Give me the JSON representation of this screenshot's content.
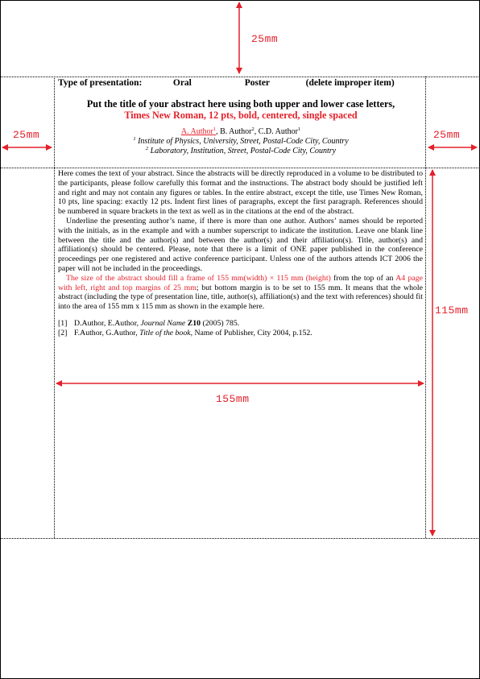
{
  "dimensions": {
    "top_margin": "25mm",
    "left_margin": "25mm",
    "right_margin": "25mm",
    "width": "155mm",
    "height": "115mm"
  },
  "header": {
    "type_label": "Type of presentation:",
    "option_oral": "Oral",
    "option_poster": "Poster",
    "delete_note": "(delete improper item)",
    "title_line1": "Put the title of your abstract here using both upper and lower case letters,",
    "title_line2": "Times New Roman, 12 pts, bold, centered, single spaced",
    "author_a": "A. Author",
    "author_a_sup": "1",
    "author_b": ", B. Author",
    "author_b_sup": "2",
    "author_c": ", C.D. Author",
    "author_c_sup": "1",
    "affil1_sup": "1",
    "affil1": " Institute of Physics, University, Street, Postal-Code City, Country",
    "affil2_sup": "2",
    "affil2": " Laboratory, Institution, Street, Postal-Code City, Country"
  },
  "body": {
    "para1": "Here comes the text of your abstract. Since the abstracts will be directly reproduced in a volume to be distributed to the participants, please follow carefully this format and the instructions. The abstract body should be justified left and right and may not contain any figures or tables. In the entire abstract, except the title, use Times New Roman, 10 pts, line spacing: exactly 12 pts. Indent first lines of paragraphs, except the first paragraph. References should be numbered in square brackets in the text as well as in the citations at the end of the abstract.",
    "para2": "Underline the presenting author’s name, if there is more than one author. Authors’ names should be reported with the initials, as in the example and with a number superscript to indicate the institution. Leave one blank line between the title and the author(s) and between the author(s) and their affiliation(s). Title, author(s) and affiliation(s) should be centered. Please, note that there is a limit of ONE paper published in the conference proceedings per one registered and active conference participant. Unless one of the authors attends ICT 2006 the paper will not be included in the proceedings.",
    "para3_red1": "The size of the abstract should fill a frame of 155 mm(width) × 115 mm (height)",
    "para3_black1": "   from the top of an ",
    "para3_red2": "A4 page with left, right and top margins of 25 mm",
    "para3_black2": ";   but bottom margin is to be set to 155 mm. It means that the whole abstract (including the type of presentation line, title, author(s), affiliation(s) and the text with references) should fit into the area of 155 mm x 115 mm as shown in the example here."
  },
  "references": [
    {
      "num": "[1]",
      "pre": "D.Author, E.Author, ",
      "ital": "Journal Name",
      "bold": " Z10",
      "post": " (2005) 785."
    },
    {
      "num": "[2]",
      "pre": "F.Author, G.Author, ",
      "ital": "Title of the book",
      "bold": "",
      "post": ", Name of   Publisher, City 2004, p.152."
    }
  ],
  "colors": {
    "accent_red": "#e4202a"
  }
}
